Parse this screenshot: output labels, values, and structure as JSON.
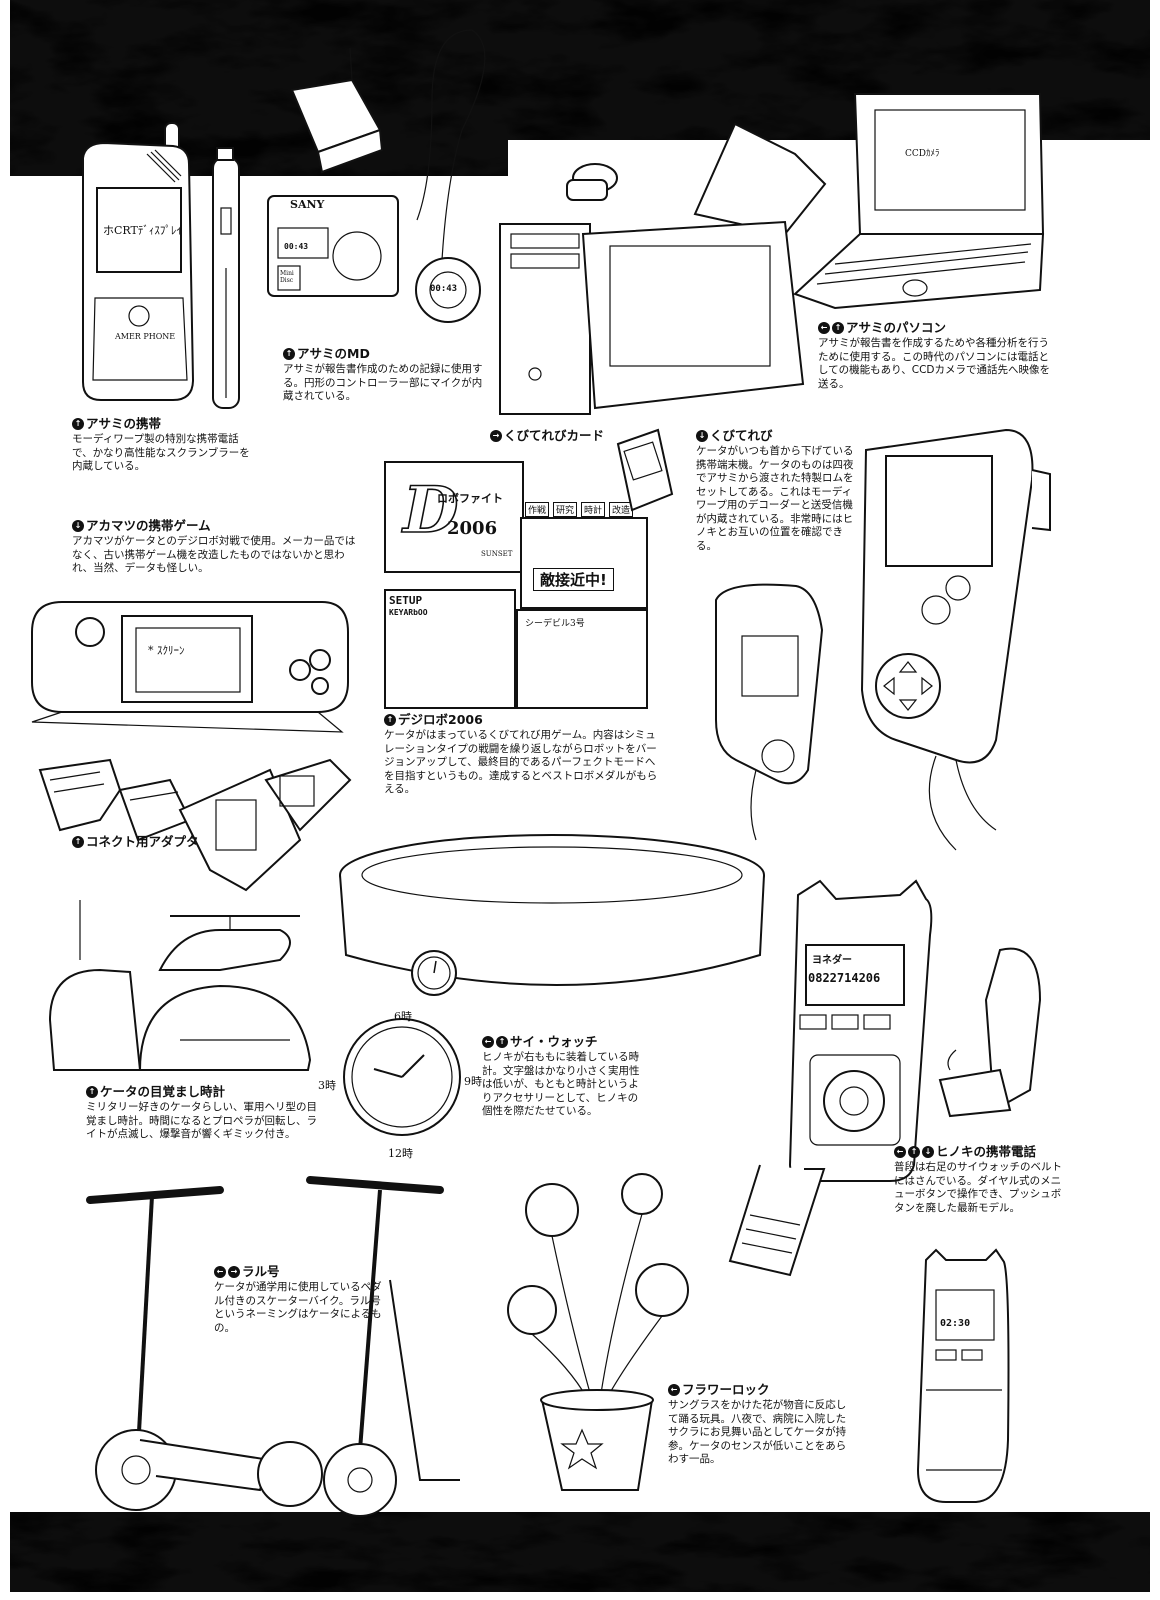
{
  "captions": {
    "asami_keitai": {
      "icons": [
        "up-arrow-icon"
      ],
      "title": "アサミの携帯",
      "body": "モーディワープ製の特別な携帯電話で、かなり高性能なスクランブラーを内蔵している。"
    },
    "asami_md": {
      "icons": [
        "up-arrow-icon"
      ],
      "title": "アサミのMD",
      "body": "アサミが報告書作成のための記録に使用する。円形のコントローラー部にマイクが内蔵されている。"
    },
    "asami_pc": {
      "icons": [
        "left-arrow-icon",
        "up-arrow-icon"
      ],
      "title": "アサミのパソコン",
      "body": "アサミが報告書を作成するためや各種分析を行うために使用する。この時代のパソコンには電話としての機能もあり、CCDカメラで通話先へ映像を送る。"
    },
    "kubiterebi_card": {
      "icons": [
        "right-arrow-icon"
      ],
      "title": "くびてれびカード",
      "body": ""
    },
    "kubiterebi": {
      "icons": [
        "down-arrow-icon"
      ],
      "title": "くびてれび",
      "body": "ケータがいつも首から下げている携帯端末機。ケータのものは四夜でアサミから渡された特製ロムをセットしてある。これはモーディワープ用のデコーダーと送受信機が内蔵されている。非常時にはヒノキとお互いの位置を確認できる。"
    },
    "akamatsu_game": {
      "icons": [
        "down-arrow-icon"
      ],
      "title": "アカマツの携帯ゲーム",
      "body": "アカマツがケータとのデジロボ対戦で使用。メーカー品ではなく、古い携帯ゲーム機を改造したものではないかと思われ、当然、データも怪しい。"
    },
    "digirobo": {
      "icons": [
        "up-arrow-icon"
      ],
      "title": "デジロボ2006",
      "body": "ケータがはまっているくびてれび用ゲーム。内容はシミュレーションタイプの戦闘を繰り返しながらロボットをバージョンアップして、最終目的であるパーフェクトモードへを目指すというもの。達成するとベストロボメダルがもらえる。"
    },
    "connect_adapter": {
      "icons": [
        "up-arrow-icon"
      ],
      "title": "コネクト用アダプタ",
      "body": ""
    },
    "alarm_clock": {
      "icons": [
        "up-arrow-icon"
      ],
      "title": "ケータの目覚まし時計",
      "body": "ミリタリー好きのケータらしい、軍用ヘリ型の目覚まし時計。時間になるとプロペラが回転し、ライトが点滅し、爆撃音が響くギミック付き。"
    },
    "sai_watch": {
      "icons": [
        "left-arrow-icon",
        "up-arrow-icon"
      ],
      "title": "サイ・ウォッチ",
      "body": "ヒノキが右ももに装着している時計。文字盤はかなり小さく実用性は低いが、もともと時計というよりアクセサリーとして、ヒノキの個性を際だたせている。"
    },
    "hinoki_phone": {
      "icons": [
        "left-arrow-icon",
        "up-arrow-icon",
        "down-arrow-icon"
      ],
      "title": "ヒノキの携帯電話",
      "body": "普段は右足のサイウォッチのベルトにはさんでいる。ダイヤル式のメニューボタンで操作でき、プッシュボタンを廃した最新モデル。"
    },
    "raru_go": {
      "icons": [
        "left-arrow-icon",
        "right-arrow-icon"
      ],
      "title": "ラル号",
      "body": "ケータが通学用に使用しているペダル付きのスケーターバイク。ラル号というネーミングはケータによるもの。"
    },
    "flower_rock": {
      "icons": [
        "left-arrow-icon"
      ],
      "title": "フラワーロック",
      "body": "サングラスをかけた花が物音に反応して踊る玩具。八夜で、病院に入院したサクラにお見舞い品としてケータが持参。ケータのセンスが低いことをあらわす一品。"
    }
  },
  "drawing_text": {
    "keitai_screen": "ホCRTﾃﾞｨｽﾌﾟﾚｲ",
    "keitai_brand": "AMER PHONE",
    "md_brand": "SANY",
    "md_display": "00:43",
    "md_logo": "Mini Disc",
    "pc_screen": "CCDｶﾒﾗ",
    "game_screen": "* ｽｸﾘｰﾝ",
    "digirobo_title_sub": "ロボファイト",
    "digirobo_year": "2006",
    "digirobo_tabs": [
      "作戦",
      "研究",
      "時計",
      "改造"
    ],
    "digirobo_alert": "敵接近中!",
    "digirobo_setup": "SETUP",
    "digirobo_keyarbo": "KEYARbOO",
    "digirobo_stage": "シーデビル3号",
    "digirobo_maker": "SUNSET",
    "phone_screen_name": "ヨネダー",
    "phone_screen_number": "0822714206",
    "phone_small_screen": "02:30",
    "clock_top": "6時",
    "clock_left": "3時",
    "clock_right": "9時",
    "clock_bottom": "12時"
  }
}
